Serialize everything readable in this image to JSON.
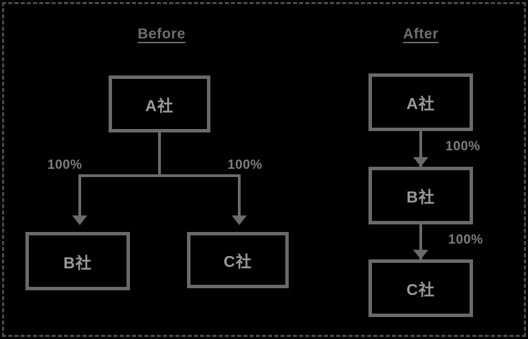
{
  "diagram": {
    "background_color": "#000000",
    "line_color": "#6a6a6a",
    "text_color": "#9a9a9a",
    "title_color": "#6e6e6e",
    "frame_style": "dashed"
  },
  "sections": {
    "before": {
      "title": "Before",
      "nodes": {
        "parent": "A社",
        "child_left": "B社",
        "child_right": "C社"
      },
      "edges": [
        {
          "from": "A社",
          "to": "B社",
          "label": "100%"
        },
        {
          "from": "A社",
          "to": "C社",
          "label": "100%"
        }
      ]
    },
    "after": {
      "title": "After",
      "nodes": {
        "top": "A社",
        "middle": "B社",
        "bottom": "C社"
      },
      "edges": [
        {
          "from": "A社",
          "to": "B社",
          "label": "100%"
        },
        {
          "from": "B社",
          "to": "C社",
          "label": "100%"
        }
      ]
    }
  }
}
